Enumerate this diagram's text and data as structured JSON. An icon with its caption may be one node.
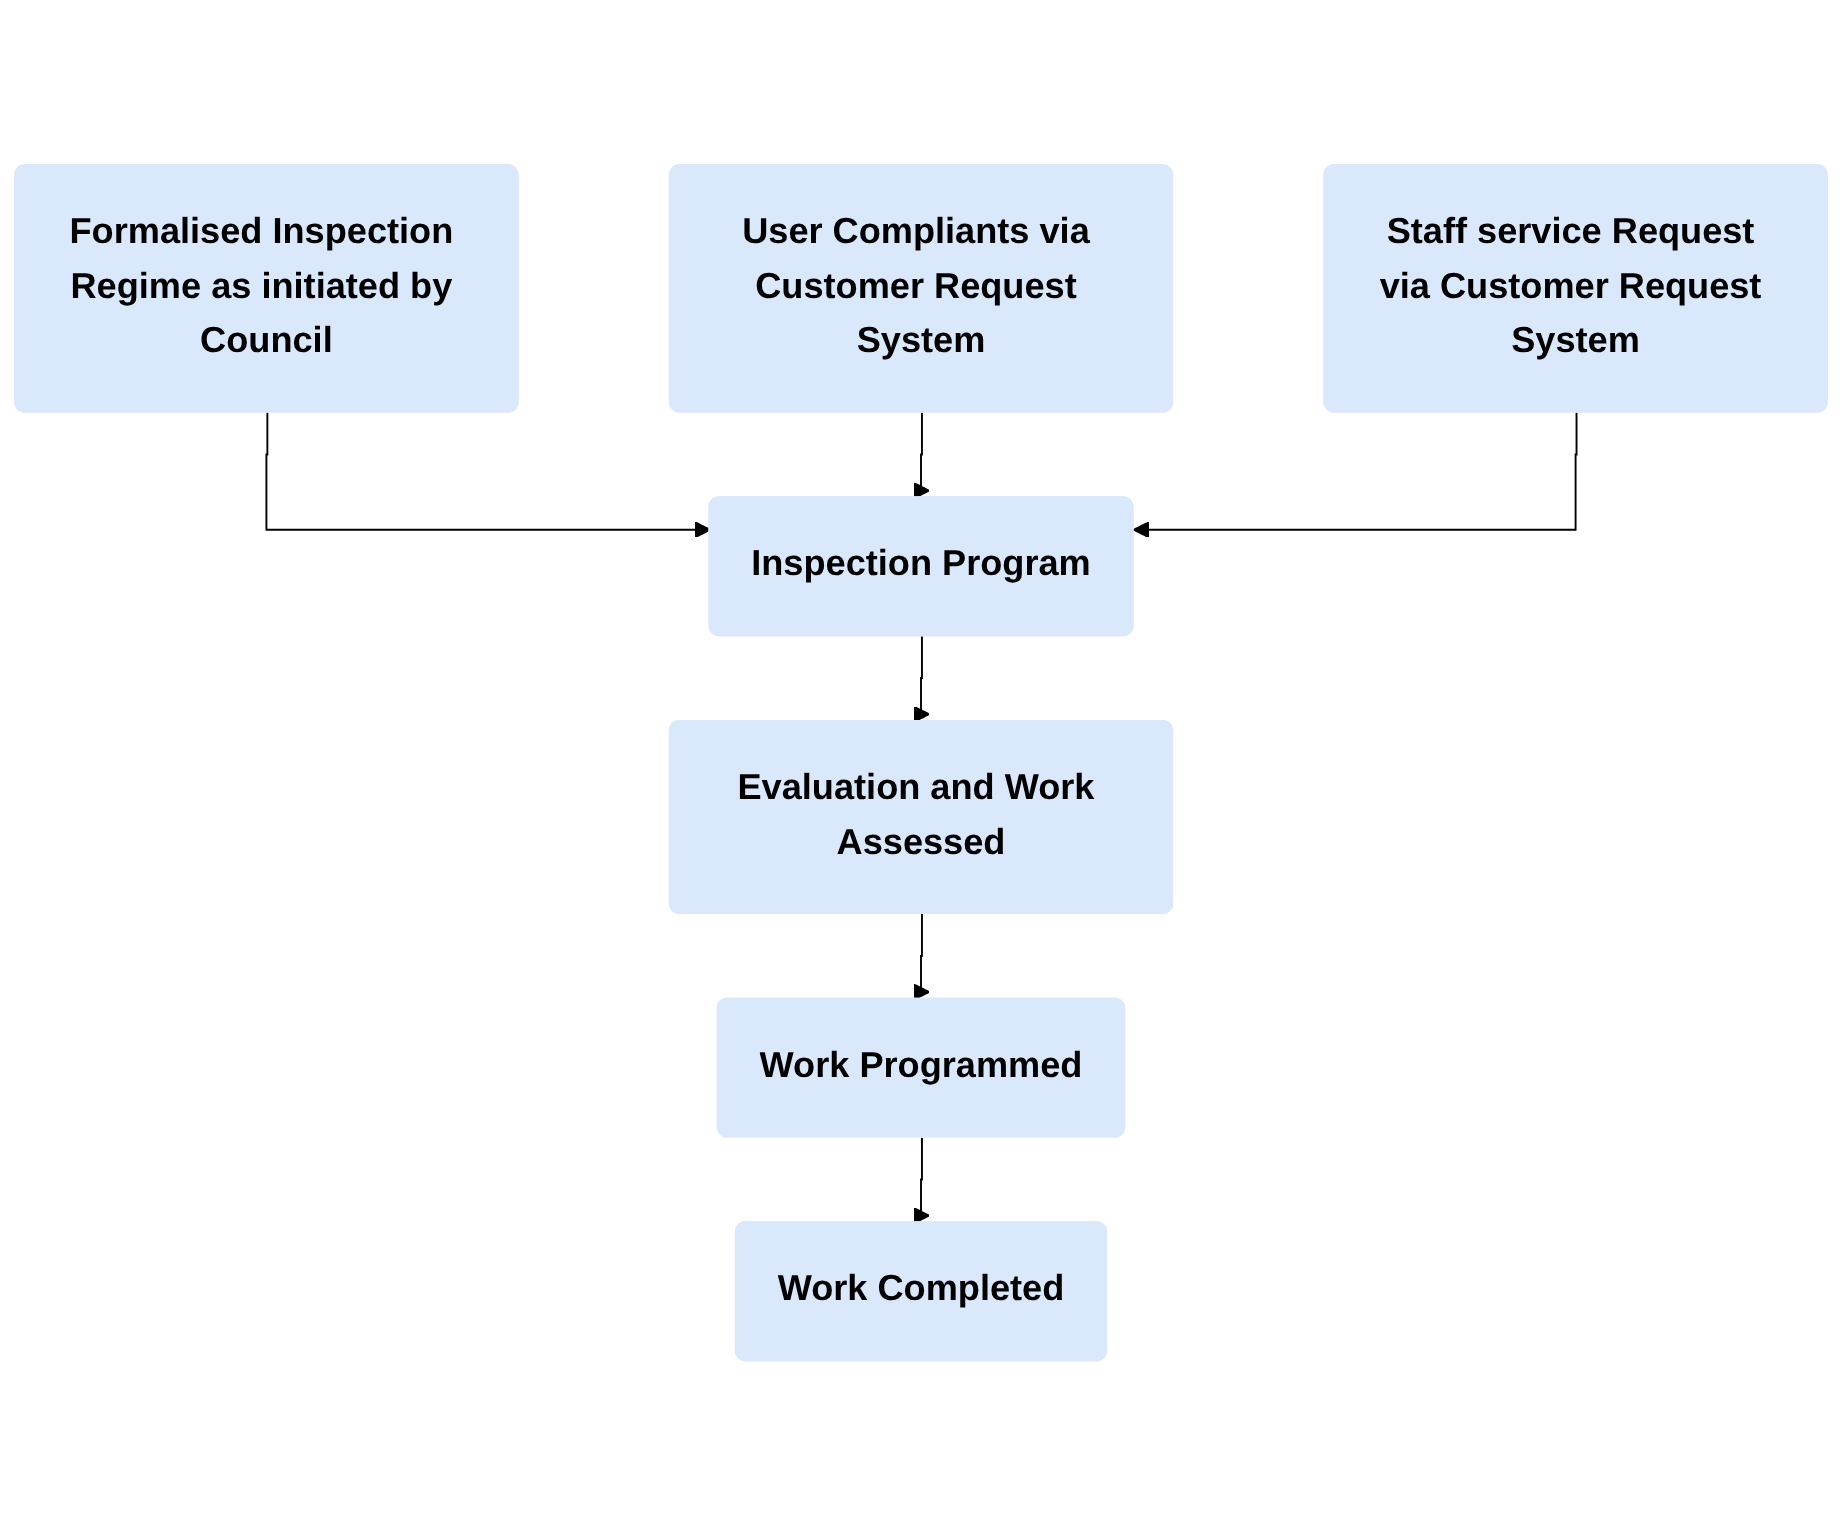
{
  "diagram": {
    "nodes": [
      {
        "text": [
          "Formalised Inspection Regime as initiated by Council"
        ]
      },
      {
        "text": [
          "User Compliants via Customer Request System"
        ]
      },
      {
        "text": [
          "Staff service Request via Customer Request System"
        ]
      },
      {
        "text": [
          "Inspection Program"
        ]
      },
      {
        "text": [
          "Evaluation and Work Assessed"
        ]
      },
      {
        "text": [
          "Work Programmed"
        ]
      },
      {
        "text": [
          "Work Completed"
        ]
      }
    ],
    "edges": [
      {
        "from": 0,
        "to": 3,
        "arrow": "to"
      },
      {
        "from": 1,
        "to": 3,
        "arrow": "to"
      },
      {
        "from": 2,
        "to": 3,
        "arrow": "to"
      },
      {
        "from": 3,
        "to": 4,
        "arrow": "to"
      },
      {
        "from": 4,
        "to": 5,
        "arrow": "to"
      },
      {
        "from": 5,
        "to": 6,
        "arrow": "to"
      }
    ]
  }
}
